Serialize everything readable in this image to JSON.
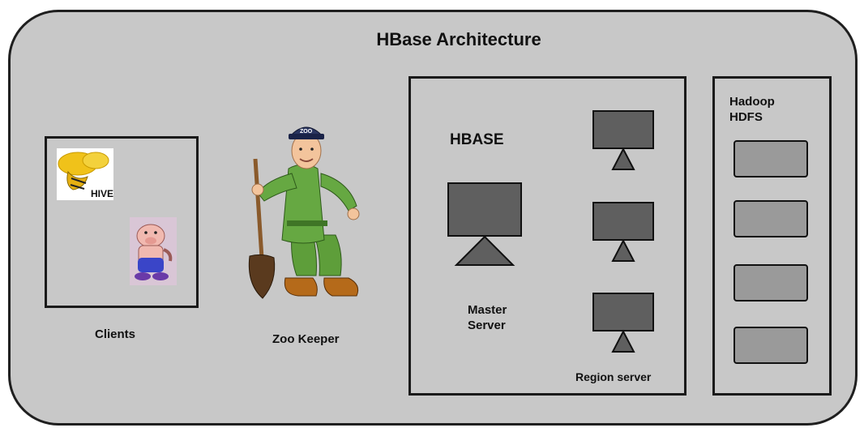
{
  "diagram": {
    "title": "HBase Architecture",
    "clients": {
      "label": "Clients",
      "logos": [
        "hive-logo",
        "pig-logo"
      ]
    },
    "zookeeper": {
      "label": "Zoo Keeper",
      "cap_text": "ZOO"
    },
    "hbase": {
      "label": "HBASE",
      "master_label": "Master\nServer",
      "region_label": "Region server",
      "region_server_count": 3
    },
    "hdfs": {
      "label": "Hadoop\nHDFS",
      "block_count": 4
    },
    "hive_logo_text": "HIVE",
    "colors": {
      "background": "#c8c8c8",
      "border": "#1a1a1a",
      "server": "#5f5f5f",
      "hdfs_block": "#9a9a9a",
      "uniform": "#5e9e3a"
    }
  }
}
